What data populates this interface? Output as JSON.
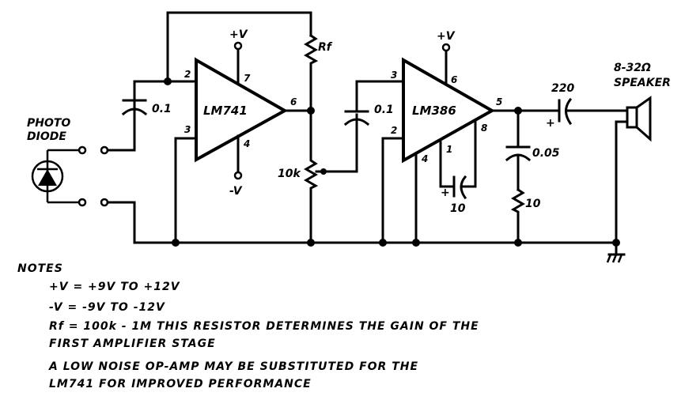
{
  "diagram": {
    "title": "Photodiode Light-to-Audio Amplifier",
    "labels": {
      "photodiode_line1": "PHOTO",
      "photodiode_line2": "DIODE",
      "c1_value": "0.1",
      "u1_name": "LM741",
      "u1_pin2": "2",
      "u1_pin3": "3",
      "u1_pin7": "7",
      "u1_pin4": "4",
      "u1_pin6": "6",
      "u1_vplus": "+V",
      "u1_vminus": "-V",
      "rf_label": "Rf",
      "pot_value": "10k",
      "c2_value": "0.1",
      "u2_name": "LM386",
      "u2_pin3": "3",
      "u2_pin2": "2",
      "u2_pin6": "6",
      "u2_pin4": "4",
      "u2_pin1": "1",
      "u2_pin8": "8",
      "u2_pin5": "5",
      "u2_vplus": "+V",
      "c_gain_value": "10",
      "c_gain_polarity": "+",
      "c_zobel_value": "0.05",
      "r_zobel_value": "10",
      "c_out_value": "220",
      "c_out_polarity": "+",
      "speaker_line1": "8-32Ω",
      "speaker_line2": "SPEAKER"
    }
  },
  "notes": {
    "heading": "NOTES",
    "lines": [
      "+V = +9V TO +12V",
      "-V = -9V TO -12V",
      "Rf = 100k - 1M  THIS RESISTOR DETERMINES THE GAIN OF THE",
      "FIRST AMPLIFIER STAGE",
      "A LOW NOISE OP-AMP MAY BE SUBSTITUTED FOR THE",
      "LM741 FOR IMPROVED PERFORMANCE"
    ]
  }
}
